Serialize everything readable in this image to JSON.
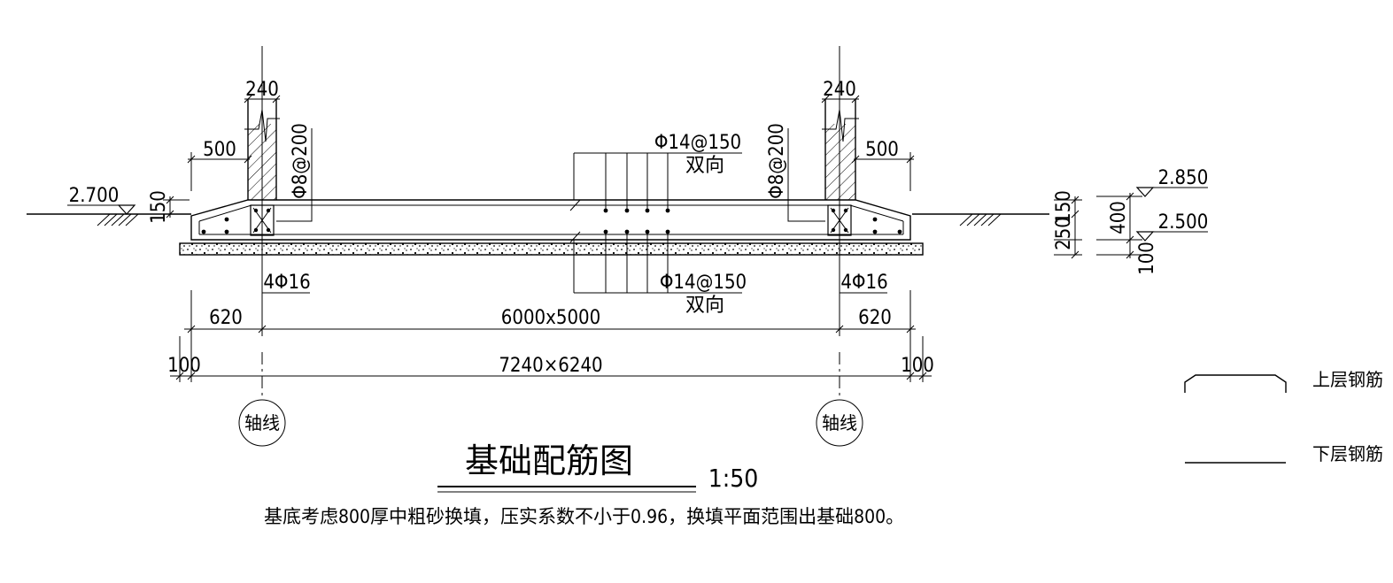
{
  "dimensions": {
    "wall_thickness": "240",
    "wall_offset": "500",
    "top_thickness": "150",
    "edge_width": "620",
    "inner_size": "6000x5000",
    "cushion": "100",
    "outer_size": "7240×6240",
    "right_150": "150",
    "right_250": "250",
    "right_400": "400",
    "right_100": "100"
  },
  "elevations": {
    "ground_left": "2.700",
    "top": "2.850",
    "bottom": "2.500"
  },
  "rebar": {
    "top_mesh": "Φ14@150",
    "top_mesh_note": "双向",
    "bottom_mesh": "Φ14@150",
    "bottom_mesh_note": "双向",
    "stirrup": "Φ8@200",
    "edge_bars": "4Φ16"
  },
  "axis_label": "轴线",
  "title": "基础配筋图",
  "scale": "1:50",
  "note": "基底考虑800厚中粗砂换填，压实系数不小于0.96，换填平面范围出基础800。",
  "legend": {
    "upper": "上层钢筋",
    "lower": "下层钢筋"
  }
}
